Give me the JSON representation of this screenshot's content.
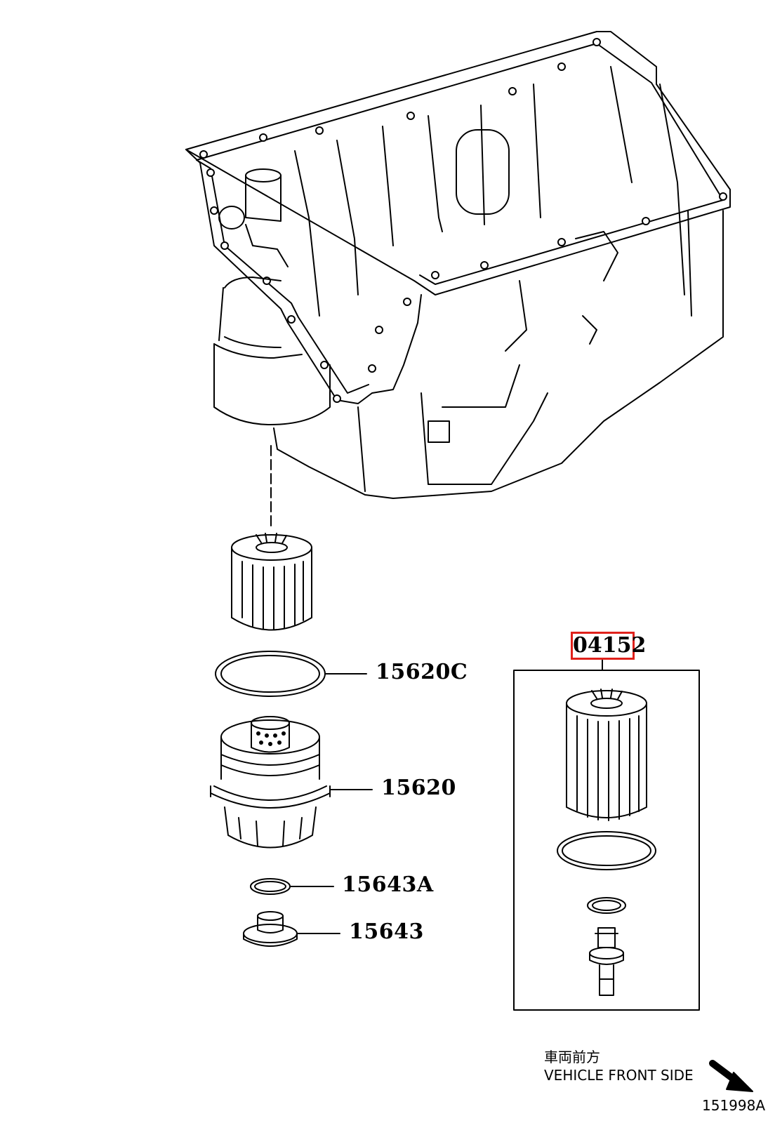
{
  "parts": {
    "filter_kit": "04152",
    "o_ring": "15620C",
    "filter_cap": "15620",
    "gasket": "15643A",
    "drain_plug": "15643"
  },
  "direction": {
    "japanese": "車両前方",
    "english": "VEHICLE FRONT SIDE"
  },
  "figure_number": "151998A",
  "colors": {
    "line": "#000000",
    "highlight": "#e0211b",
    "background": "#ffffff"
  }
}
